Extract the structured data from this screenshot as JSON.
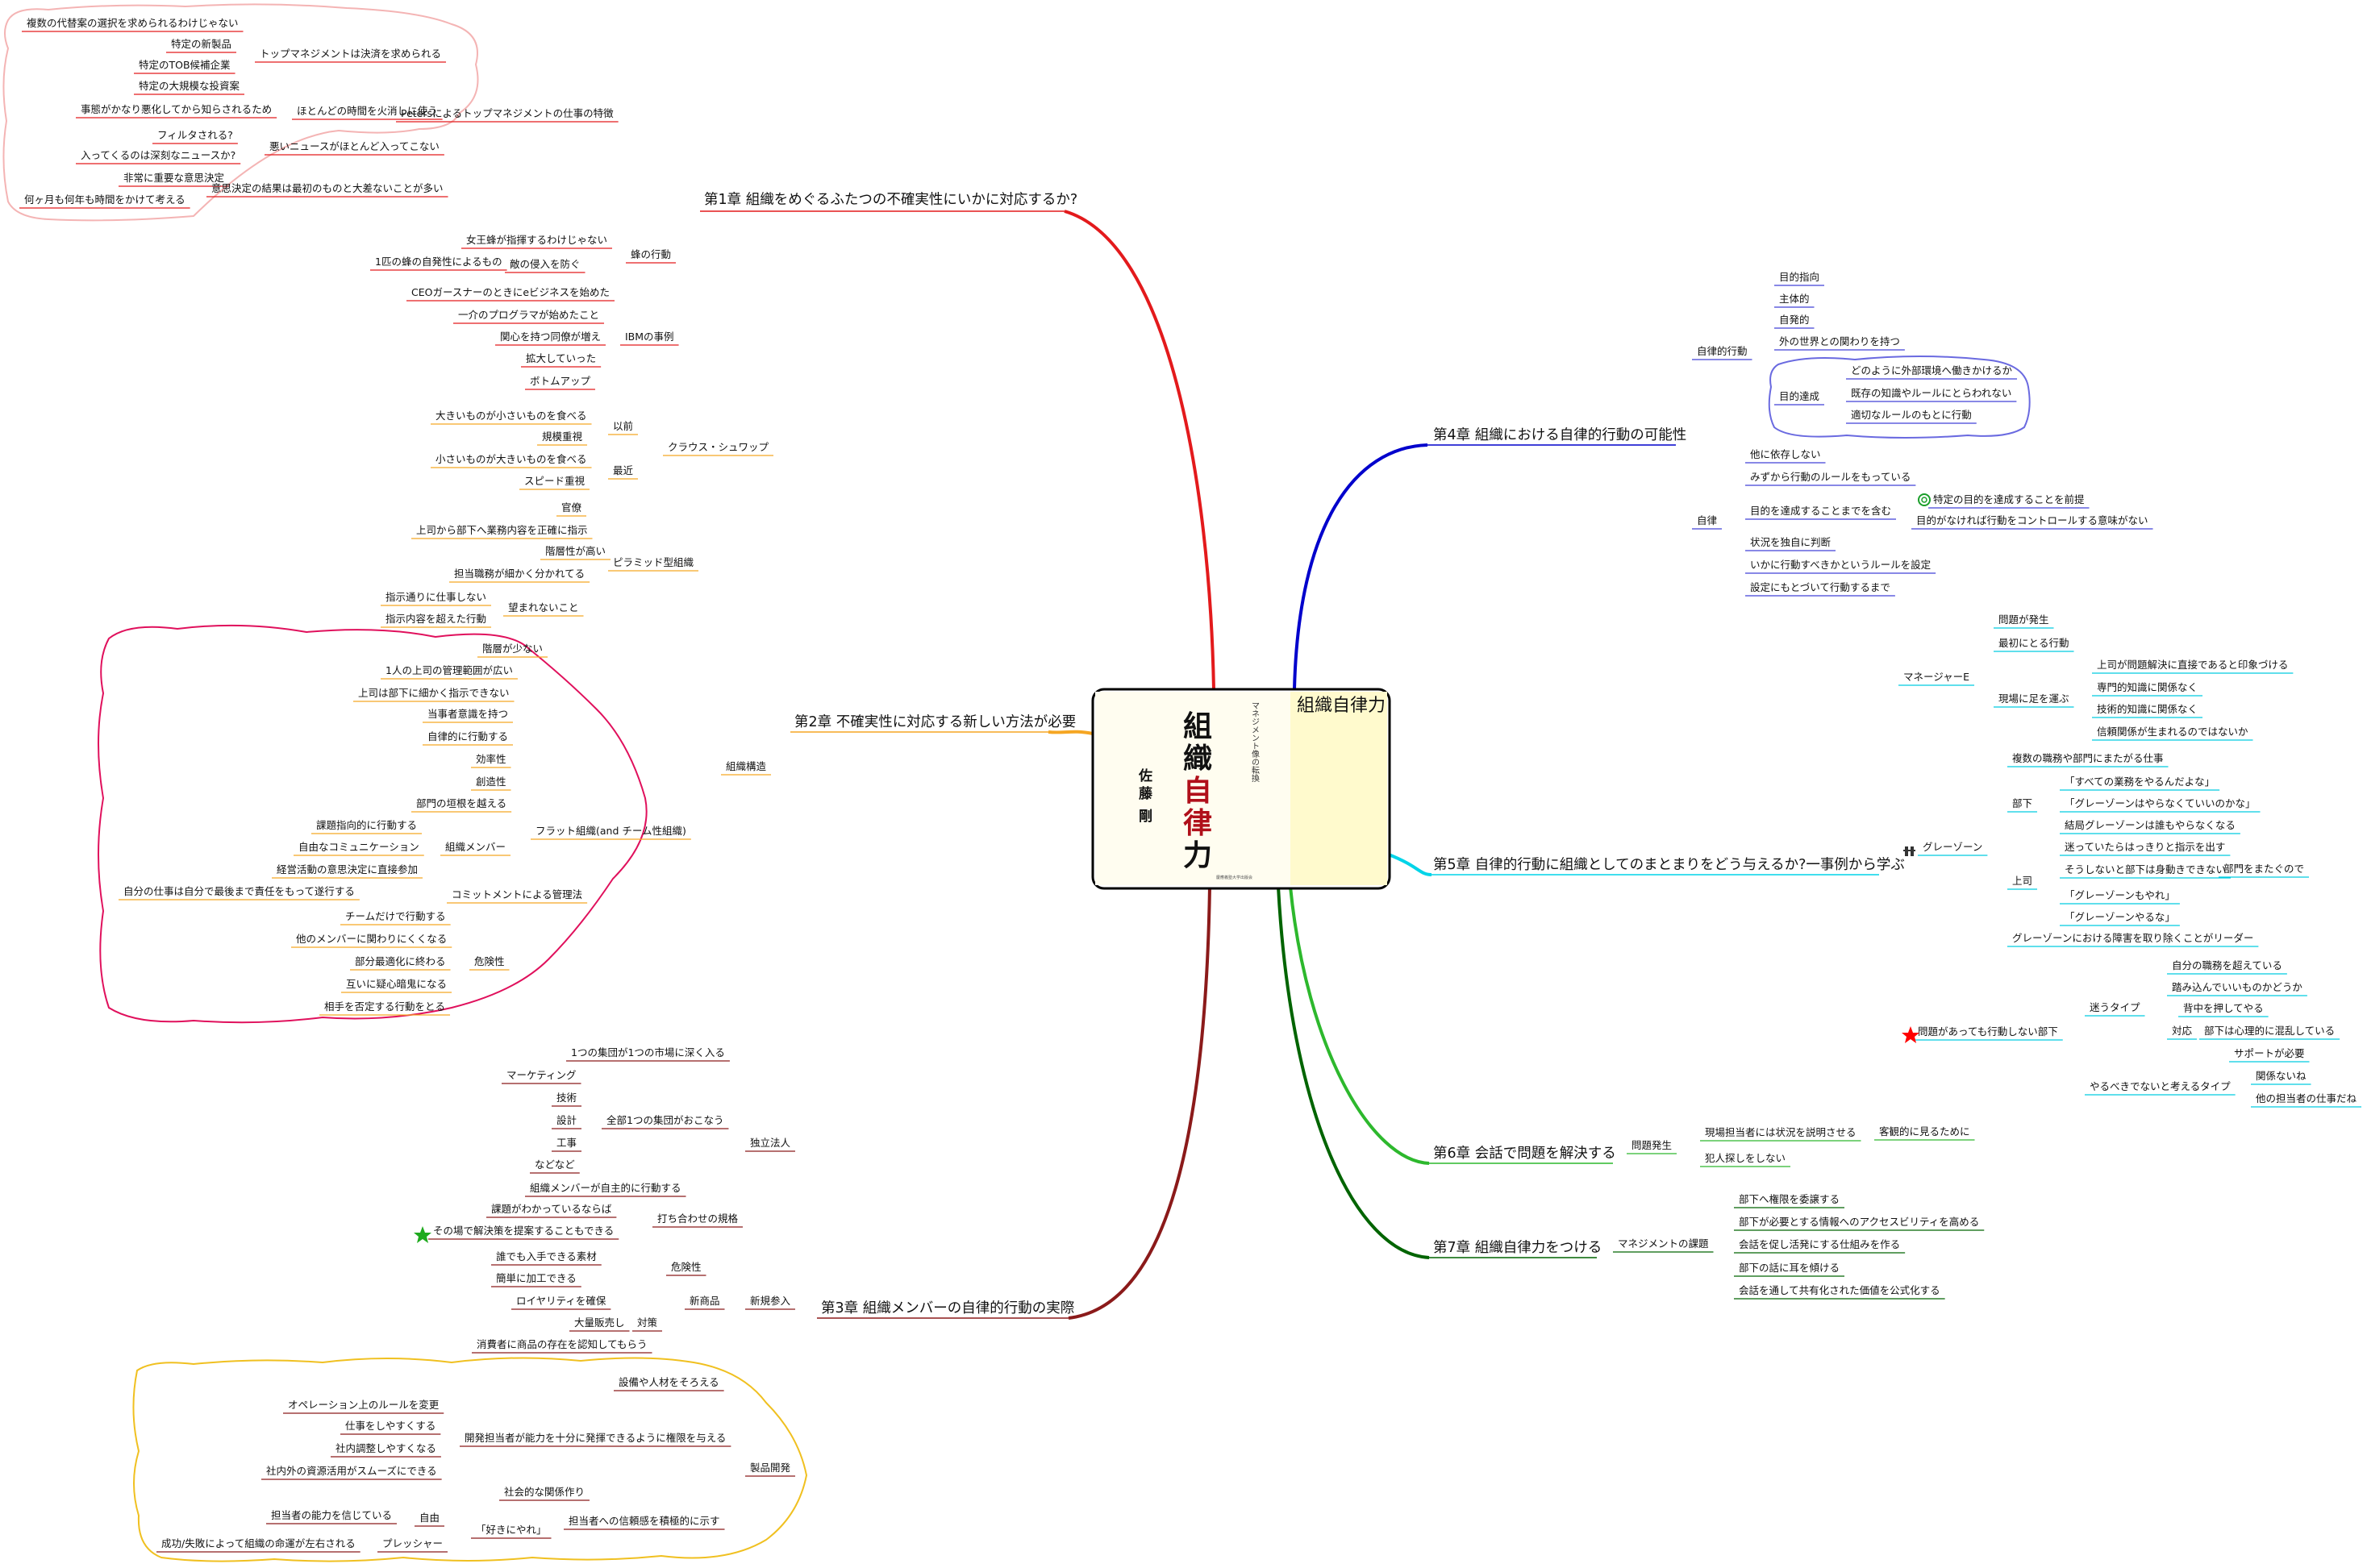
{
  "root": {
    "title": "組織自律力",
    "book": {
      "series": "マネジメント像の転換",
      "title_chars": [
        "組",
        "織",
        "自",
        "律",
        "力"
      ],
      "author_chars": [
        "佐",
        "藤",
        "剛"
      ],
      "publisher": "慶應義塾大学出版会"
    }
  },
  "chapters": [
    {
      "key": "ch1",
      "label": "第1章 組織をめぐるふたつの不確実性にいかに対応するか?",
      "color": "#e31a1c"
    },
    {
      "key": "ch2",
      "label": "第2章 不確実性に対応する新しい方法が必要",
      "color": "#f5a623"
    },
    {
      "key": "ch3",
      "label": "第3章 組織メンバーの自律的行動の実際",
      "color": "#8b1a1a"
    },
    {
      "key": "ch4",
      "label": "第4章 組織における自律的行動の可能性",
      "color": "#0000cc"
    },
    {
      "key": "ch5",
      "label": "第5章 自律的行動に組織としてのまとまりをどう与えるか?一事例から学ぶ",
      "color": "#00d4e8"
    },
    {
      "key": "ch6",
      "label": "第6章 会話で問題を解決する",
      "color": "#2db82d"
    },
    {
      "key": "ch7",
      "label": "第7章 組織自律力をつける",
      "color": "#006400"
    }
  ],
  "nodes": {
    "ch1": [
      "複数の代替案の選択を求められるわけじゃない",
      "特定の新製品",
      "特定のTOB候補企業",
      "特定の大規模な投資案",
      "トップマネジメントは決済を求められる",
      "事態がかなり悪化してから知らされるため",
      "ほとんどの時間を火消しに使う",
      "Petersによるトップマネジメントの仕事の特徴",
      "フィルタされる?",
      "入ってくるのは深刻なニュースか?",
      "悪いニュースがほとんど入ってこない",
      "非常に重要な意思決定",
      "何ヶ月も何年も時間をかけて考える",
      "意思決定の結果は最初のものと大差ないことが多い",
      "女王蜂が指揮するわけじゃない",
      "1匹の蜂の自発性によるもの",
      "敵の侵入を防ぐ",
      "蜂の行動",
      "CEOガースナーのときにeビジネスを始めた",
      "一介のプログラマが始めたこと",
      "関心を持つ同僚が増え",
      "拡大していった",
      "ボトムアップ",
      "IBMの事例"
    ],
    "ch2": [
      "大きいものが小さいものを食べる",
      "規模重視",
      "以前",
      "小さいものが大きいものを食べる",
      "スピード重視",
      "最近",
      "クラウス・シュワップ",
      "官僚",
      "上司から部下へ業務内容を正確に指示",
      "階層性が高い",
      "担当職務が細かく分かれてる",
      "ピラミッド型組織",
      "指示通りに仕事しない",
      "指示内容を超えた行動",
      "望まれないこと",
      "階層が少ない",
      "1人の上司の管理範囲が広い",
      "上司は部下に細かく指示できない",
      "当事者意識を持つ",
      "自律的に行動する",
      "効率性",
      "創造性",
      "部門の垣根を越える",
      "課題指向的に行動する",
      "自由なコミュニケーション",
      "経営活動の意思決定に直接参加",
      "組織メンバー",
      "自分の仕事は自分で最後まで責任をもって遂行する",
      "コミットメントによる管理法",
      "フラット組織(and チーム性組織)",
      "チームだけで行動する",
      "他のメンバーに関わりにくくなる",
      "部分最適化に終わる",
      "互いに疑心暗鬼になる",
      "相手を否定する行動をとる",
      "危険性",
      "組織構造"
    ],
    "ch3": [
      "1つの集団が1つの市場に深く入る",
      "マーケティング",
      "技術",
      "設計",
      "工事",
      "などなど",
      "全部1つの集団がおこなう",
      "組織メンバーが自主的に行動する",
      "課題がわかっているならば",
      "その場で解決策を提案することもできる",
      "打ち合わせの規格",
      "独立法人",
      "誰でも入手できる素材",
      "簡単に加工できる",
      "危険性",
      "ロイヤリティを確保",
      "大量販売し",
      "消費者に商品の存在を認知してもらう",
      "対策",
      "新商品",
      "新規参入",
      "設備や人材をそろえる",
      "オペレーション上のルールを変更",
      "仕事をしやすくする",
      "社内調整しやすくなる",
      "社内外の資源活用がスムーズにできる",
      "開発担当者が能力を十分に発揮できるように権限を与える",
      "社会的な関係作り",
      "担当者の能力を信じている",
      "「好きにやれ」",
      "自由",
      "成功/失敗によって組織の命運が左右される",
      "プレッシャー",
      "担当者への信頼感を積極的に示す",
      "製品開発"
    ],
    "ch4": [
      "目的指向",
      "主体的",
      "自発的",
      "外の世界との関わりを持つ",
      "どのように外部環境へ働きかけるか",
      "既存の知識やルールにとらわれない",
      "適切なルールのもとに行動",
      "目的達成",
      "自律的行動",
      "他に依存しない",
      "みずから行動のルールをもっている",
      "特定の目的を達成することを前提",
      "目的がなければ行動をコントロールする意味がない",
      "目的を達成することまでを含む",
      "状況を独自に判断",
      "いかに行動すべきかというルールを設定",
      "設定にもとづいて行動するまで",
      "自律"
    ],
    "ch5": [
      "問題が発生",
      "最初にとる行動",
      "上司が問題解決に直接であると印象づける",
      "専門的知識に関係なく",
      "技術的知識に関係なく",
      "信頼関係が生まれるのではないか",
      "現場に足を運ぶ",
      "マネージャーE",
      "複数の職務や部門にまたがる仕事",
      "「すべての業務をやるんだよな」",
      "「グレーゾーンはやらなくていいのかな」",
      "結局グレーゾーンは誰もやらなくなる",
      "部下",
      "迷っていたらはっきりと指示を出す",
      "そうしないと部下は身動きできない",
      "部門をまたぐので",
      "「グレーゾーンもやれ」",
      "「グレーゾーンやるな」",
      "上司",
      "グレーゾーンにおける障害を取り除くことがリーダー",
      "グレーゾーン",
      "自分の職務を超えている",
      "踏み込んでいいものかどうか",
      "迷うタイプ",
      "背中を押してやる",
      "部下は心理的に混乱している",
      "サポートが必要",
      "対応",
      "関係ないね",
      "他の担当者の仕事だね",
      "やるべきでないと考えるタイプ",
      "問題があっても行動しない部下"
    ],
    "ch6": [
      "現場担当者には状況を説明させる",
      "客観的に見るために",
      "犯人探しをしない",
      "問題発生"
    ],
    "ch7": [
      "部下へ権限を委譲する",
      "部下が必要とする情報へのアクセスビリティを高める",
      "会話を促し活発にする仕組みを作る",
      "部下の話に耳を傾ける",
      "会話を通して共有化された価値を公式化する",
      "マネジメントの課題"
    ]
  }
}
